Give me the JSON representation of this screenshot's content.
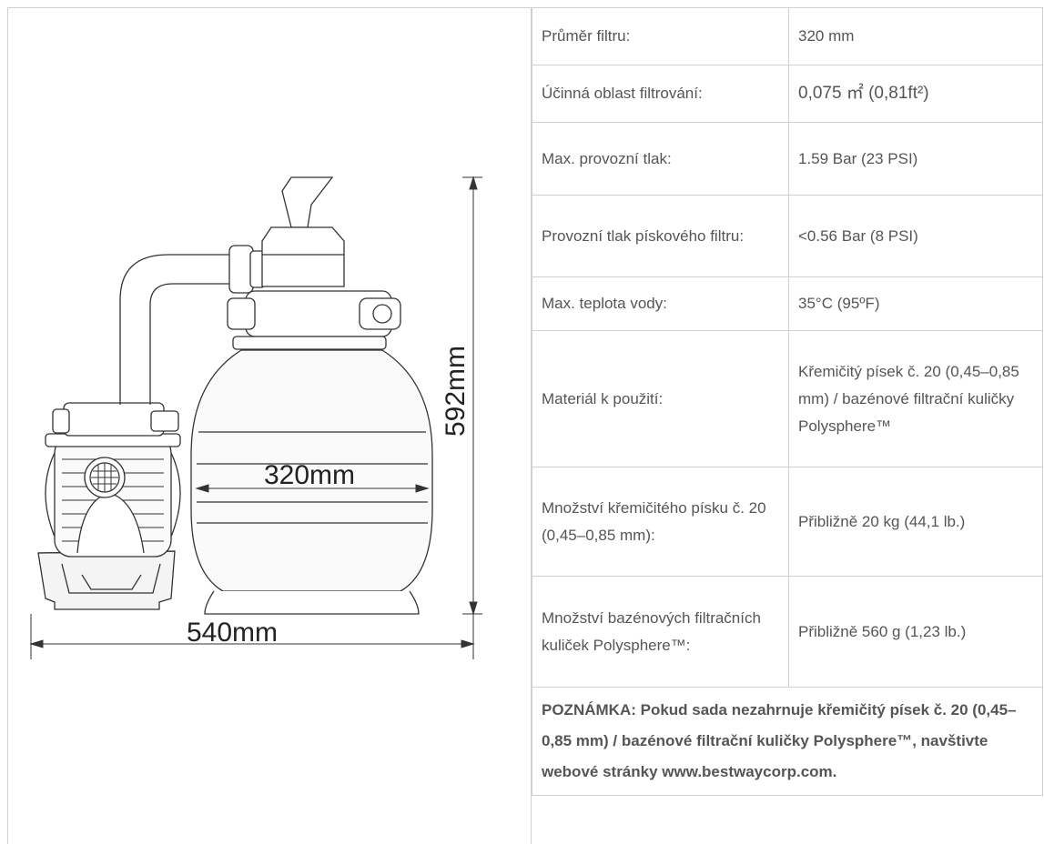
{
  "drawing": {
    "height_label": "592mm",
    "tank_width_label": "320mm",
    "total_width_label": "540mm"
  },
  "specs": [
    {
      "label": "Průměr filtru:",
      "value": "320 mm"
    },
    {
      "label": "Účinná oblast filtrování:",
      "value": "0,075 ㎡ (0,81ft²)"
    },
    {
      "label": "Max. provozní tlak:",
      "value": "1.59 Bar (23 PSI)"
    },
    {
      "label": "Provozní tlak pískového filtru:",
      "value": "<0.56 Bar (8 PSI)"
    },
    {
      "label": "Max. teplota vody:",
      "value": "35°C (95ºF)"
    },
    {
      "label": "Materiál k použití:",
      "value": "Křemičitý písek č. 20 (0,45–0,85 mm) / bazénové filtrační kuličky Polysphere™"
    },
    {
      "label": "Množství křemičitého písku č. 20 (0,45–0,85 mm):",
      "value": "Přibližně 20 kg (44,1 lb.)"
    },
    {
      "label": "Množství bazénových filtračních kuliček Polysphere™:",
      "value": "Přibližně 560 g (1,23 lb.)"
    }
  ],
  "note": "POZNÁMKA: Pokud sada nezahrnuje křemičitý písek č. 20 (0,45–0,85 mm) / bazénové filtrační kuličky Polysphere™, navštivte webové stránky www.bestwaycorp.com."
}
